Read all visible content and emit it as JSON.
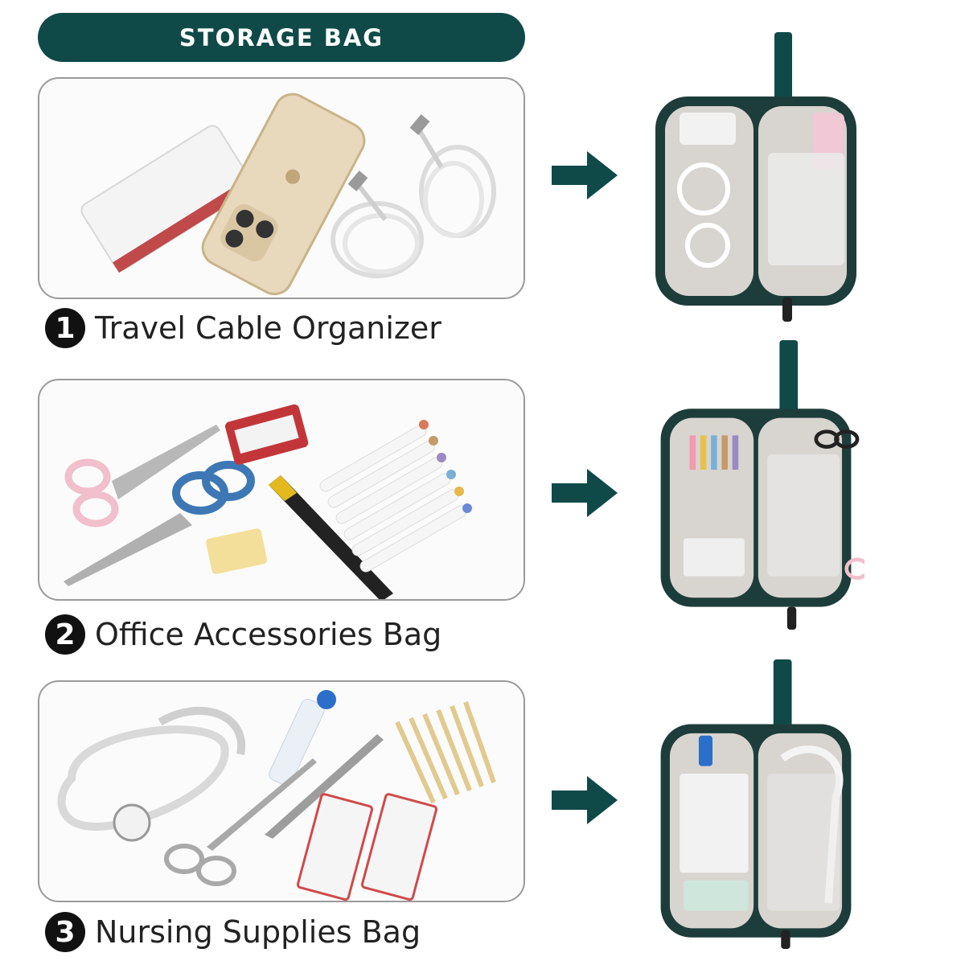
{
  "header": {
    "title": "STORAGE BAG"
  },
  "sections": [
    {
      "number": "1",
      "label": "Travel Cable Organizer",
      "number_icon": "circled-number-1"
    },
    {
      "number": "2",
      "label": "Office Accessories Bag",
      "number_icon": "circled-number-2"
    },
    {
      "number": "3",
      "label": "Nursing Supplies Bag",
      "number_icon": "circled-number-3"
    }
  ],
  "colors": {
    "brand": "#0f4a48",
    "lining": "#d8d4d0",
    "text": "#222222",
    "panel_border": "#9a9a9a"
  }
}
